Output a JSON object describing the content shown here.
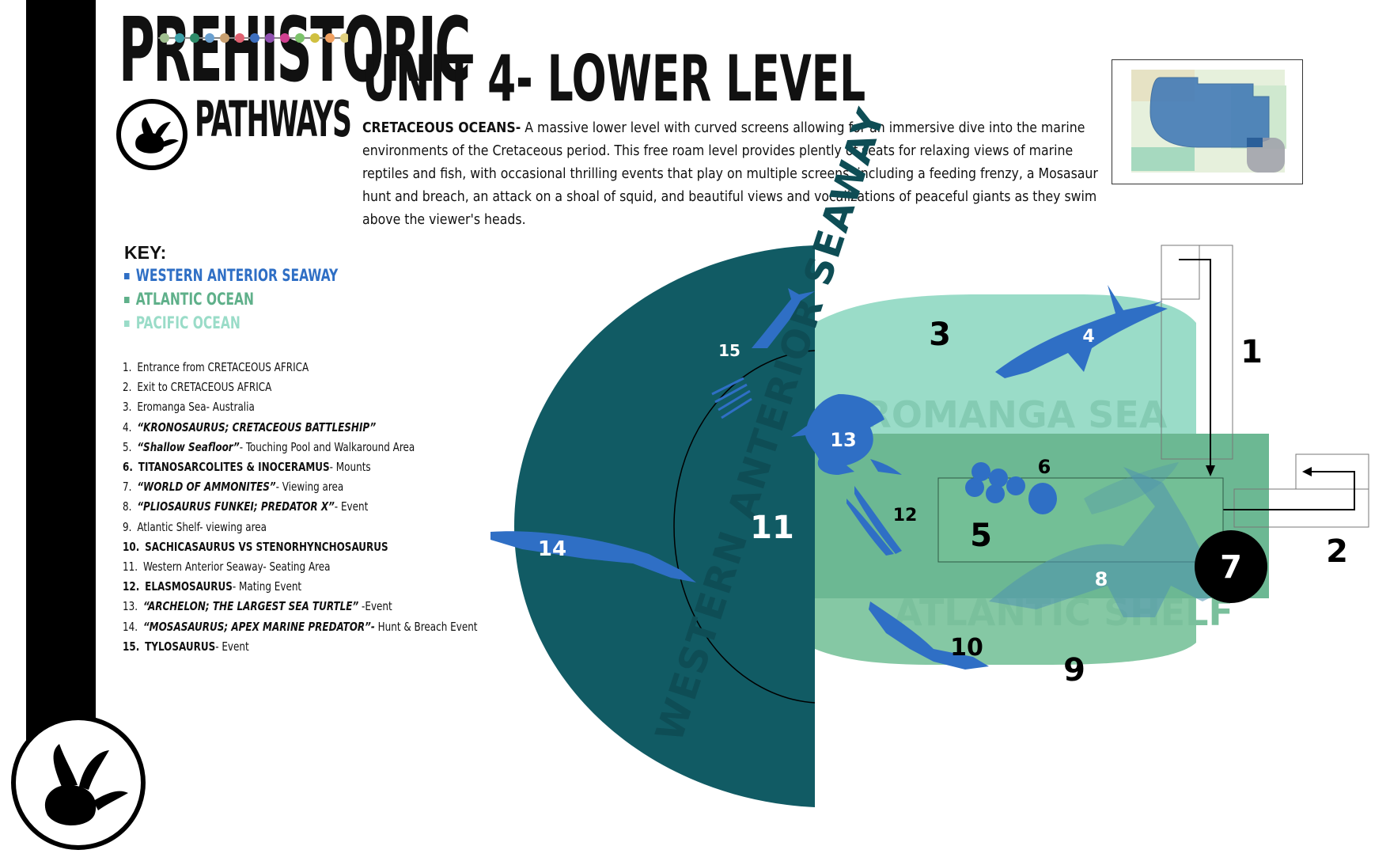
{
  "brand": {
    "line1": "PREHISTORIC",
    "line2": "PATHWAYS",
    "dot_colors": [
      "#9fbf8f",
      "#3da0a8",
      "#2e8c6a",
      "#6aa0d0",
      "#c9a070",
      "#e06070",
      "#3d6fbf",
      "#9050b0",
      "#d04090",
      "#7cc36a",
      "#d0c040",
      "#f0a060",
      "#e0d080"
    ]
  },
  "header": {
    "title": "UNIT 4- LOWER LEVEL",
    "intro_lead": "CRETACEOUS OCEANS-",
    "intro_body": " A massive lower level with curved screens allowing for an immersive dive into the marine environments of the Cretaceous period. This free roam level provides plently of seats for relaxing views of marine reptiles and fish, with occasional thrilling events that play on multiple screens, including a feeding frenzy, a Mosasaur hunt and breach, an attack on a shoal of squid, and beautiful views and vocalizations of peaceful giants as they swim above the viewer's heads."
  },
  "key": {
    "title": "KEY:",
    "items": [
      {
        "label": "WESTERN ANTERIOR SEAWAY",
        "color": "#2f6fc5"
      },
      {
        "label": "ATLANTIC OCEAN",
        "color": "#5fb08a"
      },
      {
        "label": "PACIFIC OCEAN",
        "color": "#9adcc8"
      }
    ]
  },
  "legend": [
    {
      "num": "1.",
      "bold": "",
      "rest": "Entrance from CRETACEOUS AFRICA"
    },
    {
      "num": "2.",
      "bold": "",
      "rest": "Exit to CRETACEOUS AFRICA"
    },
    {
      "num": "3.",
      "bold": "",
      "rest": "Eromanga Sea- Australia"
    },
    {
      "num": "4.",
      "bold": "“KRONOSAURUS; CRETACEOUS BATTLESHIP”",
      "rest": ""
    },
    {
      "num": "5.",
      "bold": "“Shallow Seafloor”",
      "rest": "- Touching Pool and Walkaround Area"
    },
    {
      "num": "6.",
      "bold": "TITANOSARCOLITES & INOCERAMUS",
      "rest": "- Mounts"
    },
    {
      "num": "7.",
      "bold": "“WORLD OF AMMONITES”",
      "rest": "- Viewing area"
    },
    {
      "num": "8.",
      "bold": "“PLIOSAURUS FUNKEI; PREDATOR X”",
      "rest": "- Event"
    },
    {
      "num": "9.",
      "bold": "",
      "rest": "Atlantic Shelf- viewing area"
    },
    {
      "num": "10.",
      "bold": "SACHICASAURUS VS STENORHYNCHOSAURUS",
      "rest": ""
    },
    {
      "num": "11.",
      "bold": "",
      "rest": "Western Anterior Seaway- Seating Area"
    },
    {
      "num": "12.",
      "bold": "ELASMOSAURUS",
      "rest": "- Mating Event"
    },
    {
      "num": "13.",
      "bold": "“ARCHELON; THE LARGEST SEA TURTLE”",
      "rest": " -Event"
    },
    {
      "num": "14.",
      "bold": "“MOSASAURUS; APEX MARINE PREDATOR”-",
      "rest": " Hunt & Breach Event"
    },
    {
      "num": "15.",
      "bold": "TYLOSAURUS",
      "rest": "- Event"
    }
  ],
  "map": {
    "region_labels": {
      "western_seaway": "WESTERN ANTERIOR SEAWAY",
      "eromanga": "EROMANGA SEA",
      "atlantic_shelf": "ATLANTIC SHELF"
    },
    "numbers": [
      "1",
      "2",
      "3",
      "4",
      "5",
      "6",
      "7",
      "8",
      "9",
      "10",
      "11",
      "12",
      "13",
      "14",
      "15"
    ],
    "colors": {
      "seaway": "#115b64",
      "pacific": "#9adcc8",
      "atlantic": "#6cb893",
      "creature": "#2f6fc5",
      "pool": "#73bf96"
    }
  }
}
